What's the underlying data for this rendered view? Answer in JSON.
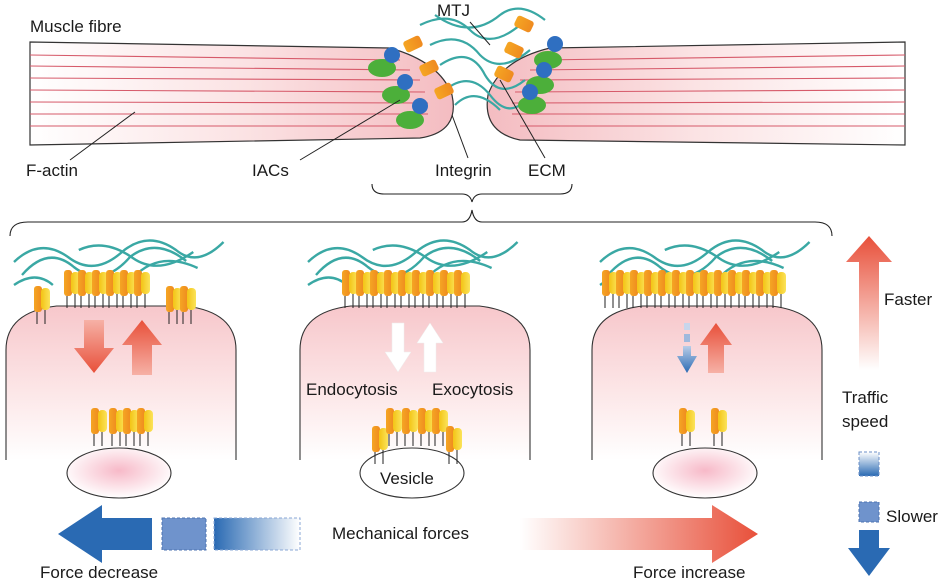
{
  "labels": {
    "muscle_fibre": "Muscle fibre",
    "mtj": "MTJ",
    "f_actin": "F-actin",
    "iacs": "IACs",
    "integrin": "Integrin",
    "ecm": "ECM",
    "endocytosis": "Endocytosis",
    "exocytosis": "Exocytosis",
    "vesicle": "Vesicle",
    "mechanical_forces": "Mechanical forces",
    "force_decrease": "Force decrease",
    "force_increase": "Force increase",
    "faster": "Faster",
    "traffic_speed_line1": "Traffic",
    "traffic_speed_line2": "speed",
    "slower": "Slower"
  },
  "colors": {
    "integrin_orange": "#f0922c",
    "integrin_yellow": "#f5d21a",
    "iac_blue": "#2f6fc1",
    "iac_green": "#4caf3a",
    "ecm_teal": "#3aa8a4",
    "fibre_pink": "#f6c9cc",
    "actin_red": "#d65a6a",
    "arrow_red": "#e8503a",
    "arrow_blue": "#2a6ab3"
  },
  "panels": [
    {
      "name": "force-decrease-cell",
      "endocytosis_rate": "fast",
      "exocytosis_rate": "fast"
    },
    {
      "name": "baseline-cell",
      "endocytosis_rate": "medium",
      "exocytosis_rate": "medium"
    },
    {
      "name": "force-increase-cell",
      "endocytosis_rate": "slow",
      "exocytosis_rate": "fast"
    }
  ]
}
